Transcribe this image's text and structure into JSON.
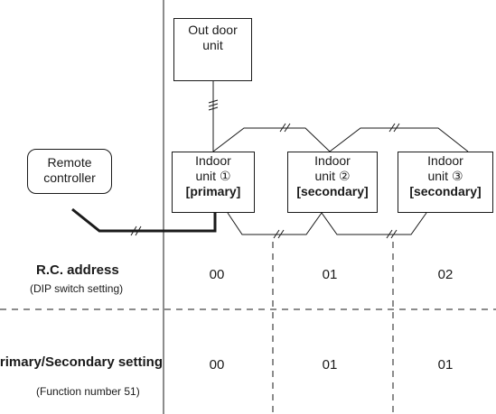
{
  "outdoor_unit": {
    "line1": "Out door",
    "line2": "unit"
  },
  "remote_controller": {
    "line1": "Remote",
    "line2": "controller"
  },
  "indoor_units": [
    {
      "line1": "Indoor",
      "line2": "unit ①",
      "role": "[primary]"
    },
    {
      "line1": "Indoor",
      "line2": "unit ②",
      "role": "[secondary]"
    },
    {
      "line1": "Indoor",
      "line2": "unit ③",
      "role": "[secondary]"
    }
  ],
  "rc_address": {
    "label": "R.C. address",
    "sublabel": "(DIP switch setting)",
    "values": [
      "00",
      "01",
      "02"
    ]
  },
  "primary_secondary": {
    "label": "Primary/Secondary setting",
    "sublabel": "(Function number 51)",
    "values": [
      "00",
      "01",
      "01"
    ]
  }
}
